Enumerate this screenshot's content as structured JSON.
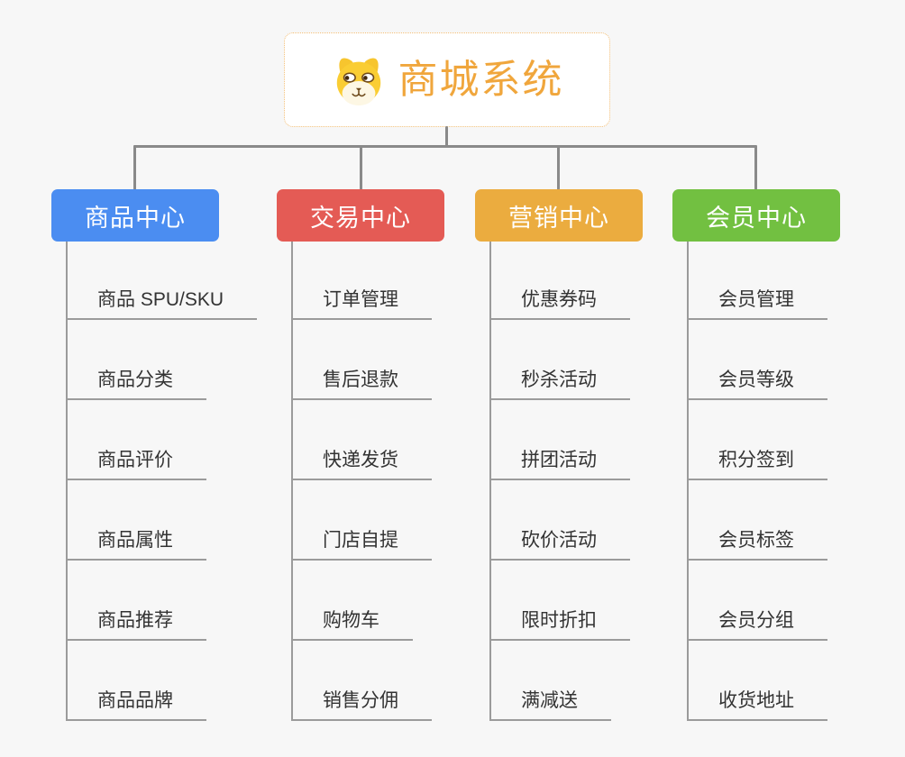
{
  "root": {
    "title": "商城系统",
    "icon": "dog-mascot-icon"
  },
  "branches": [
    {
      "label": "商品中心",
      "color": "#4B8DF1",
      "items": [
        "商品 SPU/SKU",
        "商品分类",
        "商品评价",
        "商品属性",
        "商品推荐",
        "商品品牌"
      ]
    },
    {
      "label": "交易中心",
      "color": "#E45B55",
      "items": [
        "订单管理",
        "售后退款",
        "快递发货",
        "门店自提",
        "购物车",
        "销售分佣"
      ]
    },
    {
      "label": "营销中心",
      "color": "#EBAC3F",
      "items": [
        "优惠券码",
        "秒杀活动",
        "拼团活动",
        "砍价活动",
        "限时折扣",
        "满减送"
      ]
    },
    {
      "label": "会员中心",
      "color": "#72C041",
      "items": [
        "会员管理",
        "会员等级",
        "积分签到",
        "会员标签",
        "会员分组",
        "收货地址"
      ]
    }
  ],
  "colors": {
    "background": "#F7F7F7",
    "connector": "#8A8A8A",
    "leaf_underline": "#9B9B9B",
    "root_border": "#F2BE76",
    "root_text": "#F0A63C",
    "leaf_text": "#333333",
    "header_text": "#FFFFFF"
  }
}
